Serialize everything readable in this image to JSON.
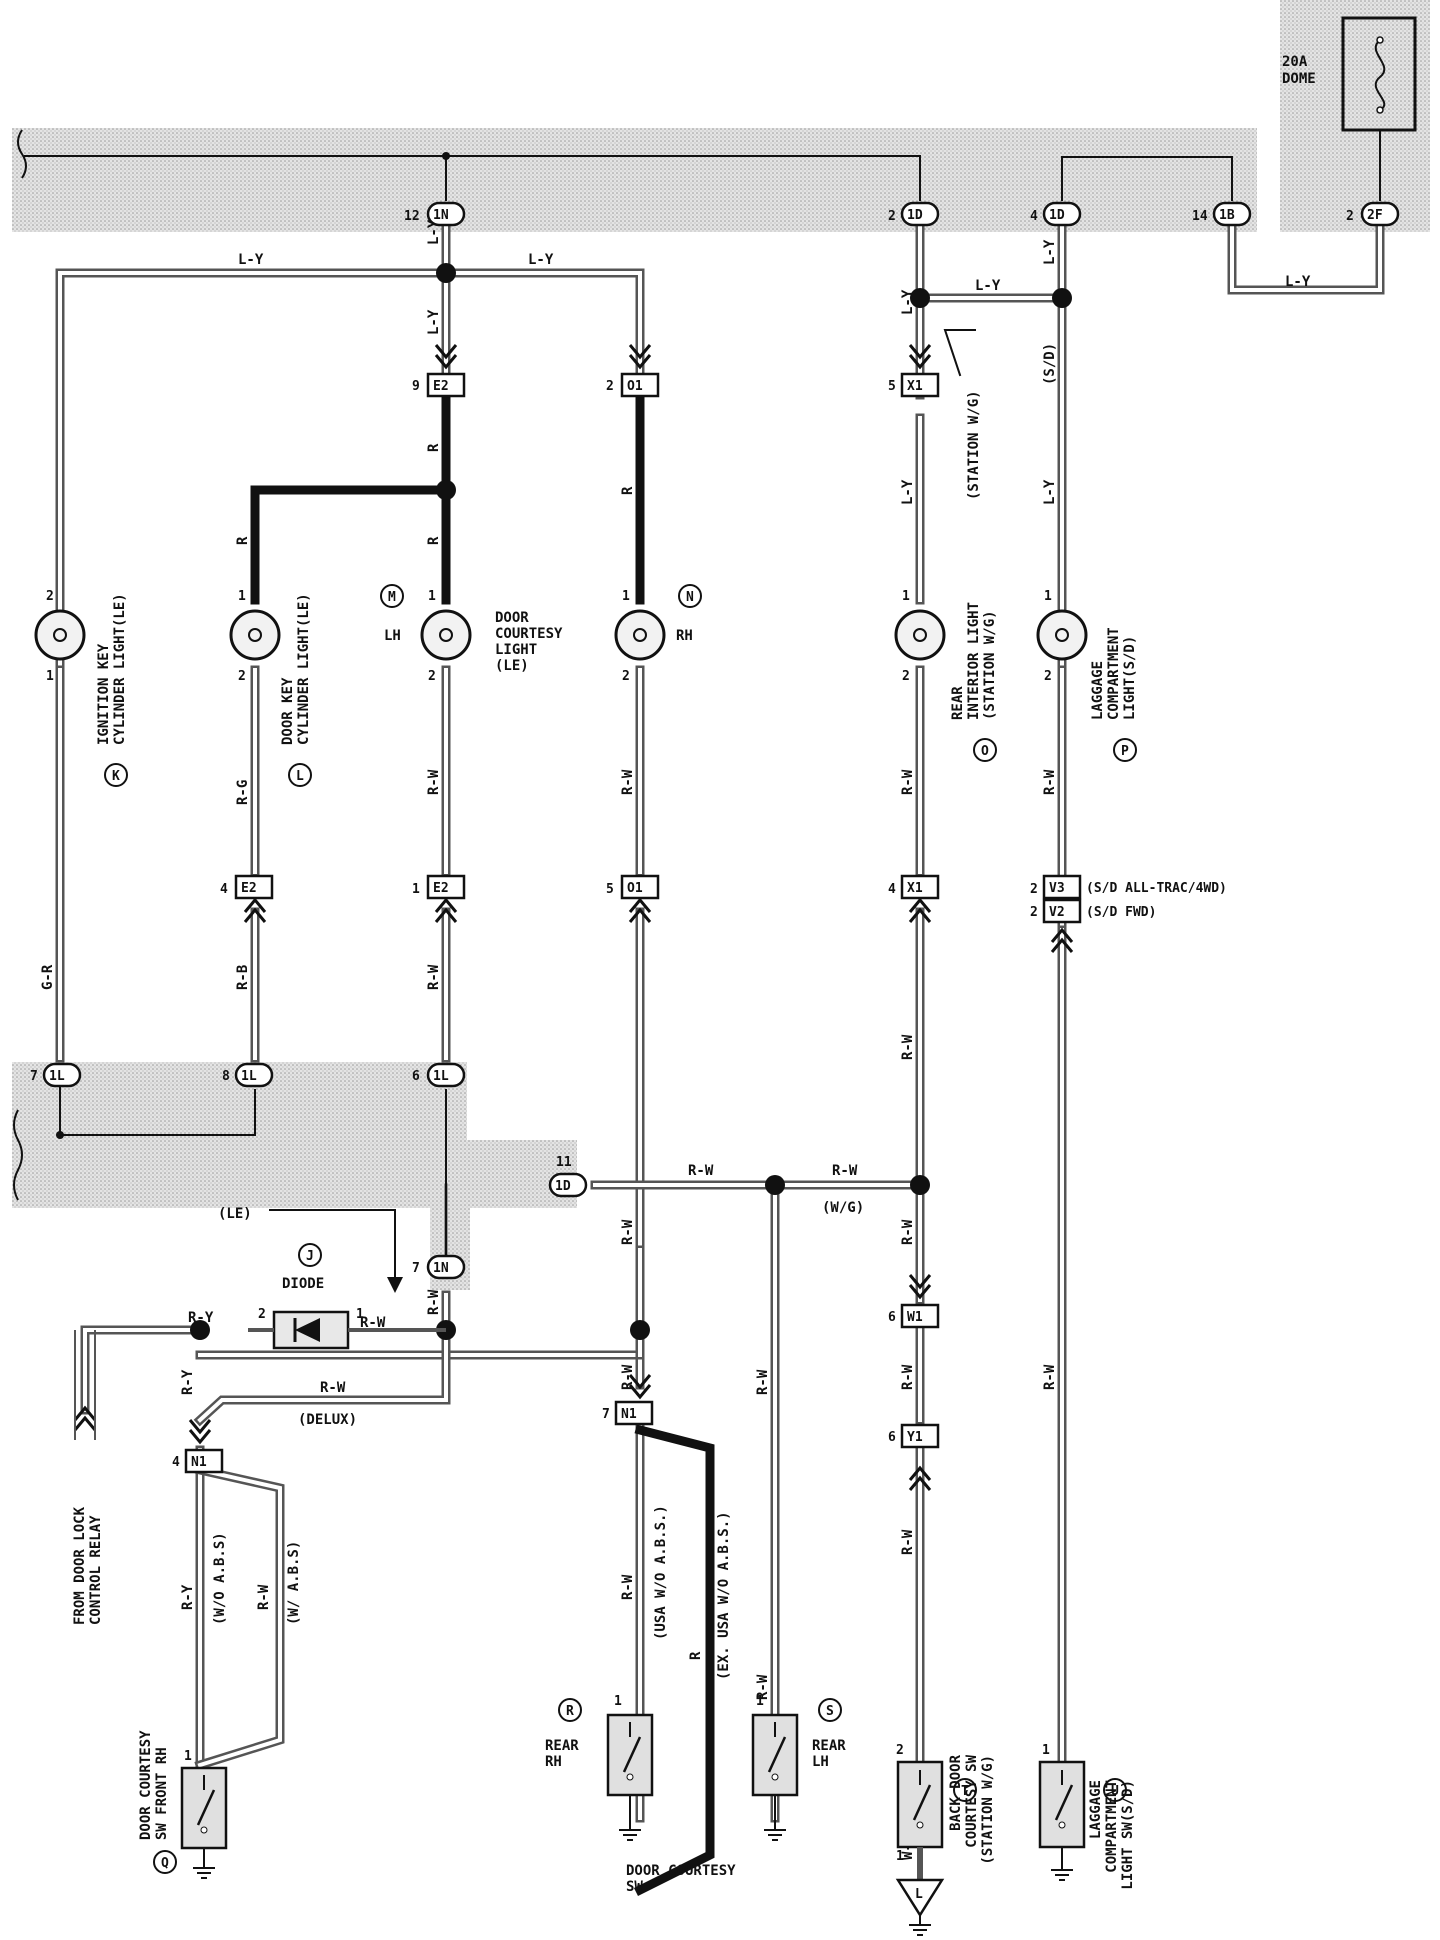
{
  "fuse": {
    "rating": "20A",
    "name": "DOME"
  },
  "wire_colors": {
    "ly": "L-Y",
    "r": "R",
    "rw": "R-W",
    "rg": "R-G",
    "rb": "R-B",
    "gr": "G-R",
    "ry": "R-Y",
    "wb": "W-B",
    "wg": "(W/G)",
    "sd": "(S/D)",
    "delux": "(DELUX)",
    "le": "(LE)"
  },
  "connectors": {
    "c1n_12": {
      "pin": "12",
      "id": "1N"
    },
    "c1d_2": {
      "pin": "2",
      "id": "1D"
    },
    "c1d_4": {
      "pin": "4",
      "id": "1D"
    },
    "c1b_14": {
      "pin": "14",
      "id": "1B"
    },
    "c2f_2": {
      "pin": "2",
      "id": "2F"
    },
    "e2_9": {
      "pin": "9",
      "id": "E2"
    },
    "o1_2": {
      "pin": "2",
      "id": "O1"
    },
    "x1_5": {
      "pin": "5",
      "id": "X1"
    },
    "e2_4": {
      "pin": "4",
      "id": "E2"
    },
    "e2_1": {
      "pin": "1",
      "id": "E2"
    },
    "o1_5": {
      "pin": "5",
      "id": "O1"
    },
    "x1_4": {
      "pin": "4",
      "id": "X1"
    },
    "v3_2": {
      "pin": "2",
      "id": "V3",
      "note": "(S/D ALL-TRAC/4WD)"
    },
    "v2_2": {
      "pin": "2",
      "id": "V2",
      "note": "(S/D FWD)"
    },
    "c1l_7": {
      "pin": "7",
      "id": "1L"
    },
    "c1l_8": {
      "pin": "8",
      "id": "1L"
    },
    "c1l_6": {
      "pin": "6",
      "id": "1L"
    },
    "c1d_11": {
      "pin": "11",
      "id": "1D"
    },
    "c1n_7": {
      "pin": "7",
      "id": "1N"
    },
    "w1_6": {
      "pin": "6",
      "id": "W1"
    },
    "y1_6": {
      "pin": "6",
      "id": "Y1"
    },
    "n1_4": {
      "pin": "4",
      "id": "N1"
    },
    "n1_7": {
      "pin": "7",
      "id": "N1"
    }
  },
  "components": {
    "k": {
      "letter": "K",
      "name": [
        "IGNITION KEY",
        "CYLINDER LIGHT(LE)"
      ],
      "pins": [
        "2",
        "1"
      ]
    },
    "l": {
      "letter": "L",
      "name": [
        "DOOR KEY",
        "CYLINDER LIGHT(LE)"
      ],
      "pins": [
        "1",
        "2"
      ]
    },
    "m": {
      "letter": "M",
      "side": "LH",
      "pins": [
        "1",
        "2"
      ]
    },
    "n": {
      "letter": "N",
      "side": "RH",
      "pins": [
        "1",
        "2"
      ]
    },
    "door_courtesy_light": [
      "DOOR",
      "COURTESY",
      "LIGHT",
      "(LE)"
    ],
    "o": {
      "letter": "O",
      "name": [
        "REAR",
        "INTERIOR LIGHT",
        "(STATION W/G)"
      ],
      "pins": [
        "1",
        "2"
      ]
    },
    "p": {
      "letter": "P",
      "name": [
        "LAGGAGE",
        "COMPARTMENT",
        "LIGHT(S/D)"
      ],
      "pins": [
        "1",
        "2"
      ]
    },
    "j": {
      "letter": "J",
      "name": "DIODE",
      "pins": [
        "2",
        "1"
      ]
    },
    "q": {
      "letter": "Q",
      "name": [
        "DOOR COURTESY",
        "SW FRONT RH"
      ],
      "pin": "1"
    },
    "r": {
      "letter": "R",
      "name": [
        "REAR",
        "RH"
      ],
      "pin": "1"
    },
    "s": {
      "letter": "S",
      "name": [
        "REAR",
        "LH"
      ],
      "pin": "1"
    },
    "t": {
      "letter": "T",
      "name": [
        "BACK DOOR",
        "COURTESY SW",
        "(STATION W/G)"
      ],
      "pins": [
        "2",
        "1"
      ]
    },
    "u": {
      "letter": "U",
      "name": [
        "LAGGAGE",
        "COMPARTMENT",
        "LIGHT SW(S/D)"
      ],
      "pin": "1"
    },
    "door_courtesy_sw": [
      "DOOR COURTESY",
      "SW"
    ],
    "relay_label": [
      "FROM DOOR LOCK",
      "CONTROL RELAY"
    ],
    "station_wg": "(STATION W/G)",
    "wo_abs": "(W/O A.B.S)",
    "w_abs": "(W/ A.B.S)",
    "usa_wo_abs": "(USA W/O A.B.S.)",
    "ex_usa_wo_abs": "(EX. USA W/O A.B.S.)",
    "ground_l": "L"
  }
}
